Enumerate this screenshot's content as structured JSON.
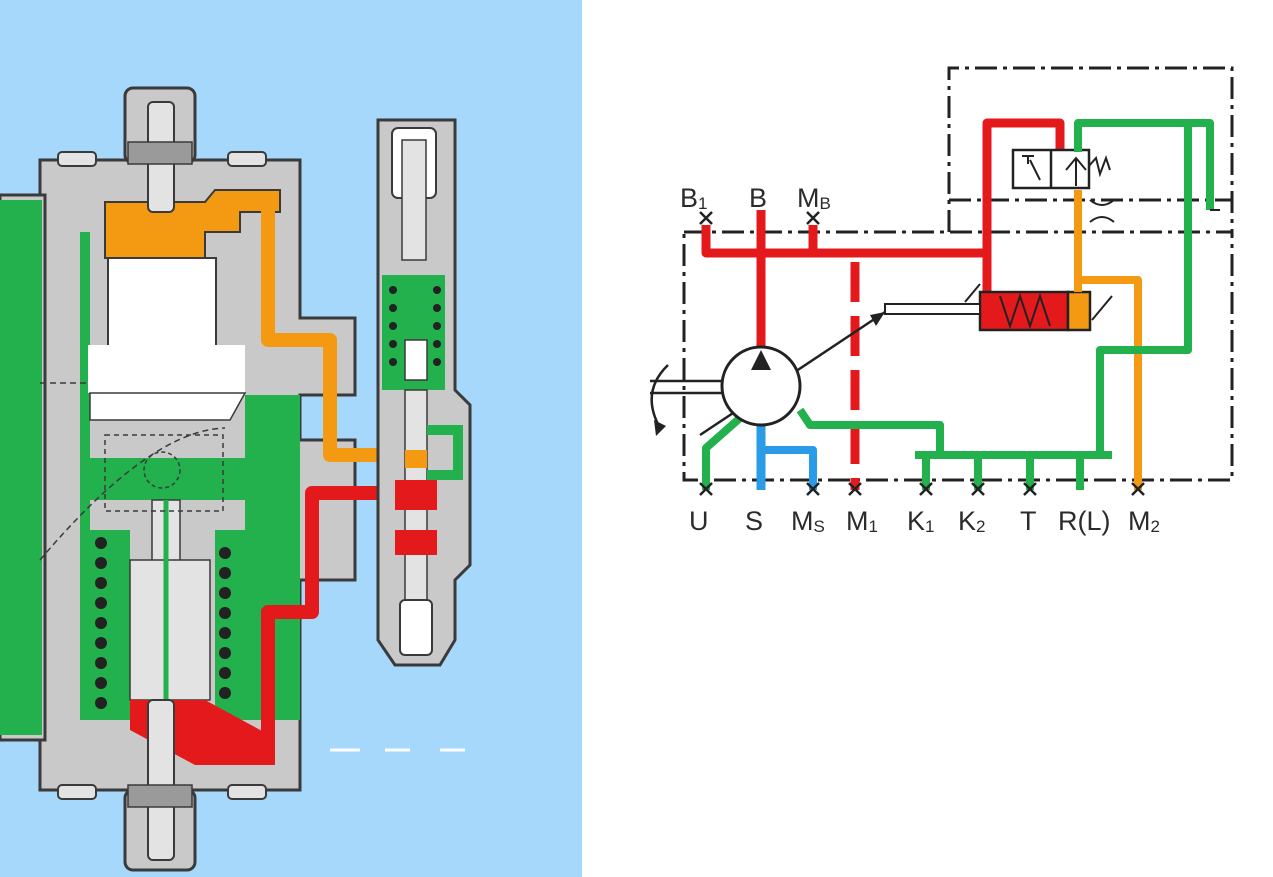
{
  "colors": {
    "background_left": "#a6d8fb",
    "body_gray": "#c9c9c9",
    "steel_light": "#e3e3e3",
    "outline": "#3a3a3a",
    "green_leakage": "#22b14c",
    "red_pressure": "#e4191c",
    "orange_control": "#f39a12",
    "blue_suction": "#2a9be6"
  },
  "schematic": {
    "top_ports": [
      {
        "main": "B",
        "sub": "1"
      },
      {
        "main": "B",
        "sub": ""
      },
      {
        "main": "M",
        "sub": "B"
      }
    ],
    "bottom_ports": [
      {
        "main": "U",
        "sub": ""
      },
      {
        "main": "S",
        "sub": ""
      },
      {
        "main": "M",
        "sub": "S"
      },
      {
        "main": "M",
        "sub": "1"
      },
      {
        "main": "K",
        "sub": "1"
      },
      {
        "main": "K",
        "sub": "2"
      },
      {
        "main": "T",
        "sub": ""
      },
      {
        "main": "R(L)",
        "sub": ""
      },
      {
        "main": "M",
        "sub": "2"
      }
    ]
  }
}
